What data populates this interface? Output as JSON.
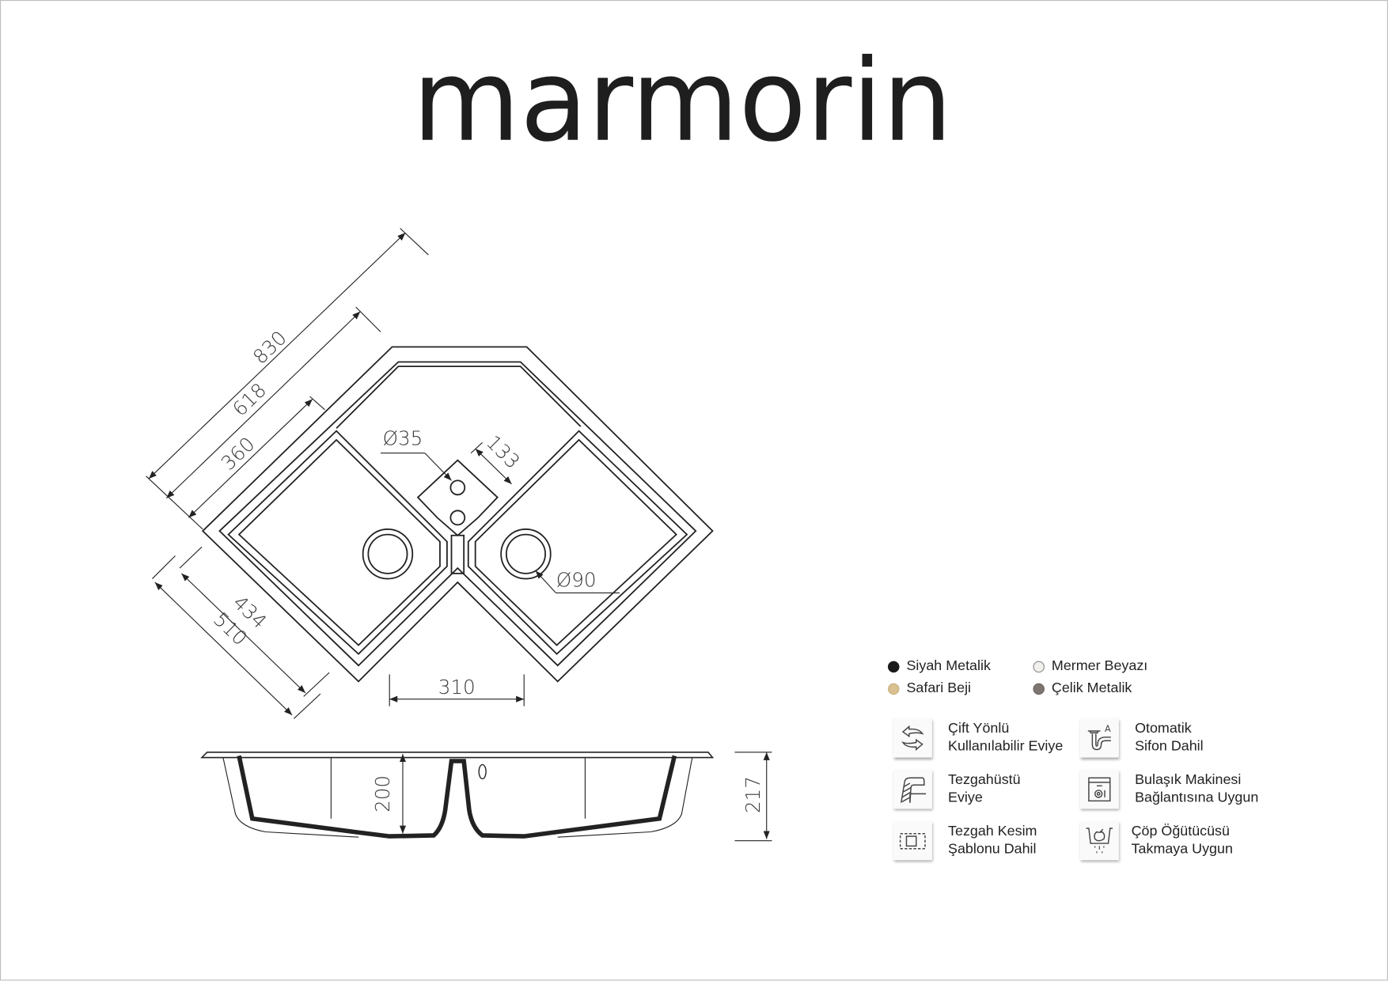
{
  "brand": {
    "logo_text": "marmorin"
  },
  "top_view": {
    "dimensions": {
      "d830": "830",
      "d618": "618",
      "d360": "360",
      "d434": "434",
      "d510": "510",
      "d310": "310",
      "d133": "133",
      "faucet_hole": "Ø35",
      "drain": "Ø90"
    }
  },
  "side_view": {
    "dimensions": {
      "bowl_depth": "200",
      "total_height": "217"
    }
  },
  "colors": [
    {
      "name": "Siyah Metalik",
      "hex": "#1a1a1a"
    },
    {
      "name": "Mermer Beyazı",
      "hex": "#f2f0ec"
    },
    {
      "name": "Safari Beji",
      "hex": "#d9c091"
    },
    {
      "name": "Çelik Metalik",
      "hex": "#7d7570"
    }
  ],
  "features": [
    {
      "icon": "reversible-arrows-icon",
      "line1": "Çift Yönlü",
      "line2": "Kullanılabilir Eviye"
    },
    {
      "icon": "siphon-icon",
      "line1": "Otomatik",
      "line2": "Sifon Dahil"
    },
    {
      "icon": "countertop-icon",
      "line1": "Tezgahüstü",
      "line2": "Eviye"
    },
    {
      "icon": "dishwasher-icon",
      "line1": "Bulaşık Makinesi",
      "line2": "Bağlantısına Uygun"
    },
    {
      "icon": "cutout-template-icon",
      "line1": "Tezgah Kesim",
      "line2": "Şablonu Dahil"
    },
    {
      "icon": "waste-disposer-icon",
      "line1": "Çöp Öğütücüsü",
      "line2": "Takmaya Uygun"
    }
  ]
}
